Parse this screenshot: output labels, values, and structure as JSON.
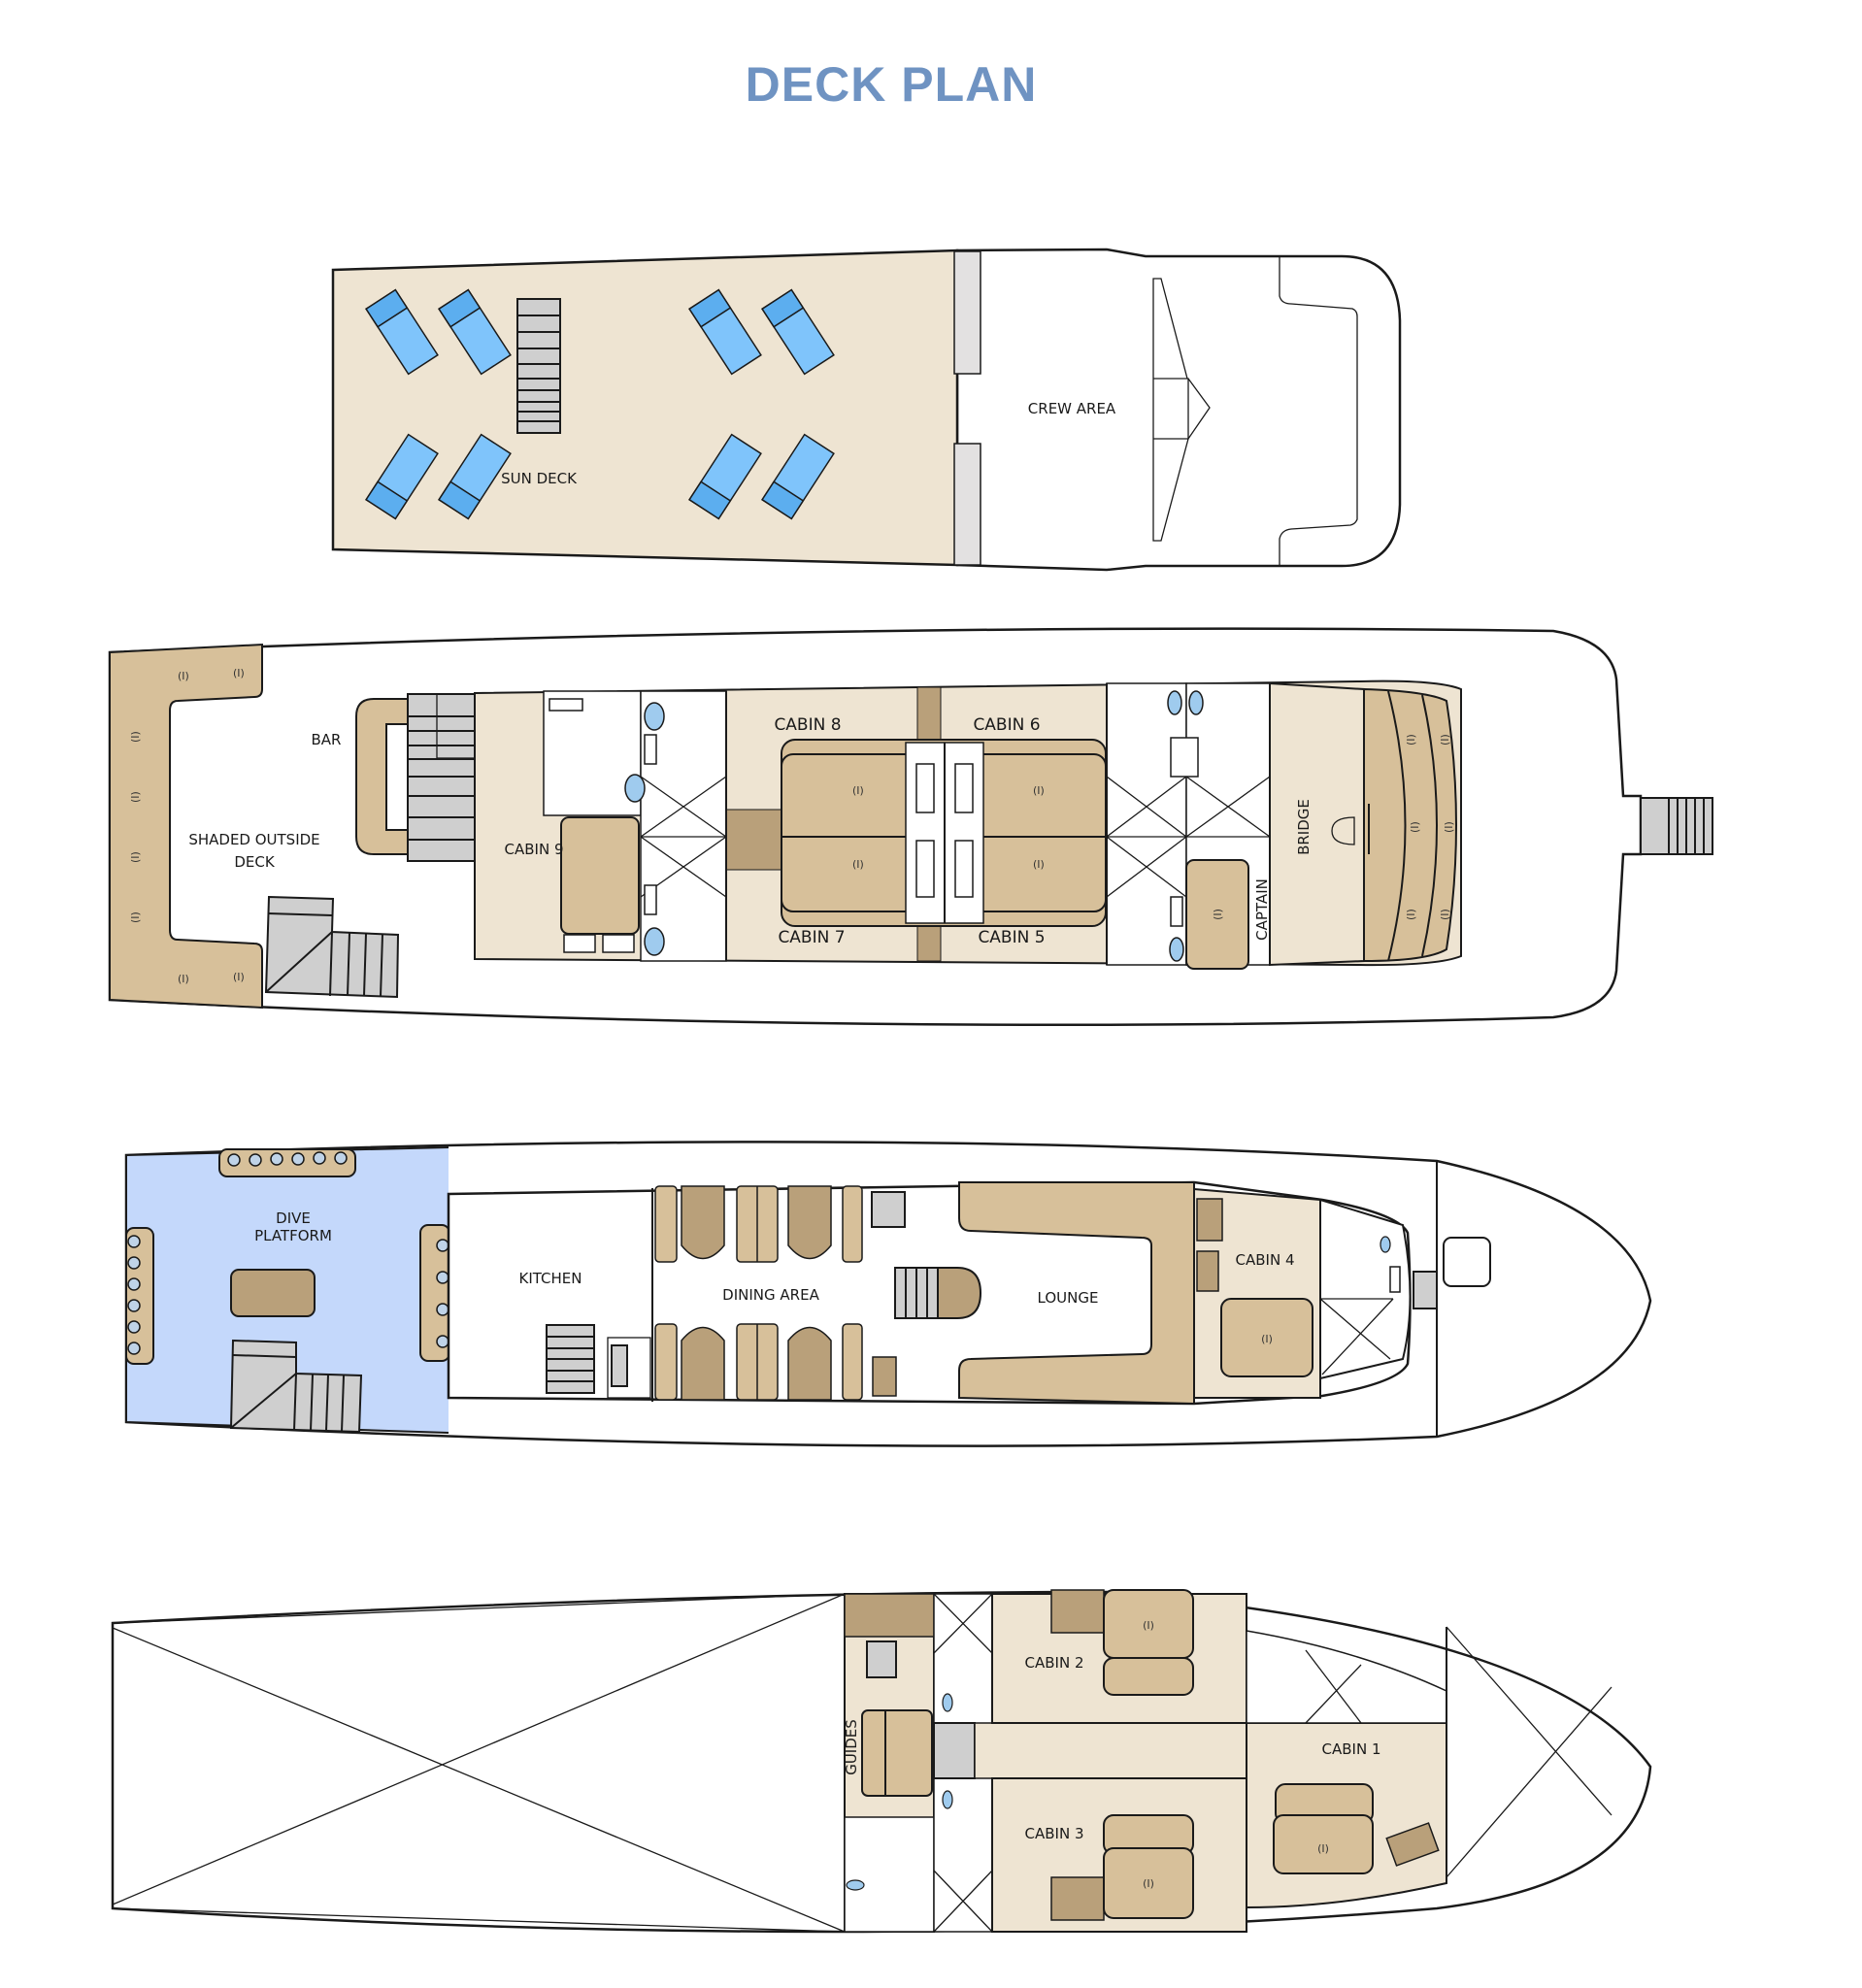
{
  "title": "DECK PLAN",
  "colors": {
    "title": "#6f93c2",
    "cabin_floor": "#eee4d2",
    "furniture": "#d7c09a",
    "furniture_dark": "#b9a07a",
    "lounger": "#7fc4fb",
    "dive_platform": "#c4d8fb",
    "stairs": "#cfcfcf",
    "partition": "#e3e1e1"
  },
  "decks": [
    {
      "name": "sun-deck",
      "labels": {
        "sun_deck": "SUN DECK",
        "crew_area": "CREW AREA"
      },
      "loungers": 8
    },
    {
      "name": "upper-deck",
      "labels": {
        "shaded_outside_deck_1": "SHADED OUTSIDE",
        "shaded_outside_deck_2": "DECK",
        "bar": "BAR",
        "cabin_9": "CABIN 9",
        "cabin_8": "CABIN 8",
        "cabin_6": "CABIN 6",
        "cabin_7": "CABIN 7",
        "cabin_5": "CABIN 5",
        "captain": "CAPTAIN",
        "bridge": "BRIDGE"
      },
      "seat_mark": "(I)"
    },
    {
      "name": "main-deck",
      "labels": {
        "dive_platform_1": "DIVE",
        "dive_platform_2": "PLATFORM",
        "kitchen": "KITCHEN",
        "dining_area": "DINING AREA",
        "lounge": "LOUNGE",
        "cabin_4": "CABIN 4"
      },
      "seat_mark": "(I)"
    },
    {
      "name": "lower-deck",
      "labels": {
        "guides": "GUIDES",
        "cabin_2": "CABIN 2",
        "cabin_3": "CABIN 3",
        "cabin_1": "CABIN 1"
      },
      "seat_mark": "(I)"
    }
  ]
}
